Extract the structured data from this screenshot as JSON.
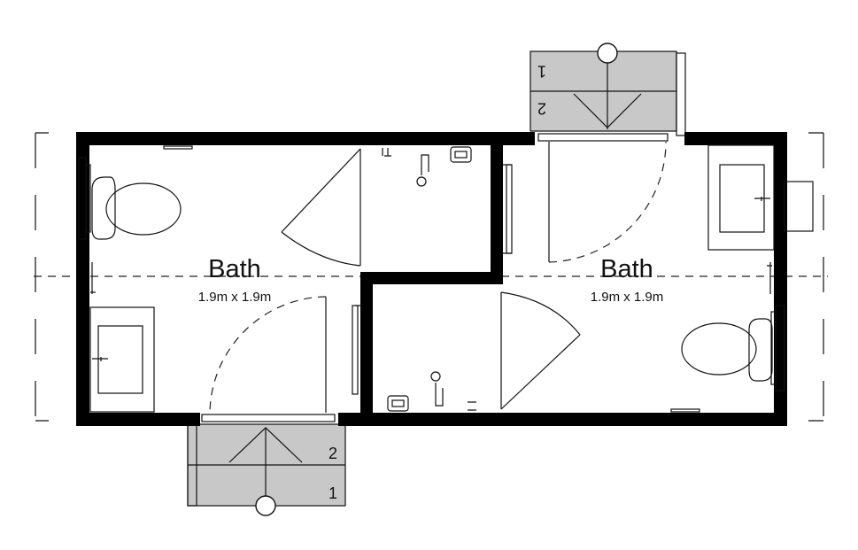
{
  "rooms": [
    {
      "name": "Bath",
      "size": "1.9m x 1.9m"
    },
    {
      "name": "Bath",
      "size": "1.9m x 1.9m"
    }
  ],
  "steps": {
    "front": {
      "upper": "2",
      "lower": "1"
    },
    "back": {
      "upper": "1",
      "lower": "2"
    }
  },
  "colors": {
    "wall": "#000000",
    "step": "#c8c8c8",
    "line": "#111111"
  }
}
